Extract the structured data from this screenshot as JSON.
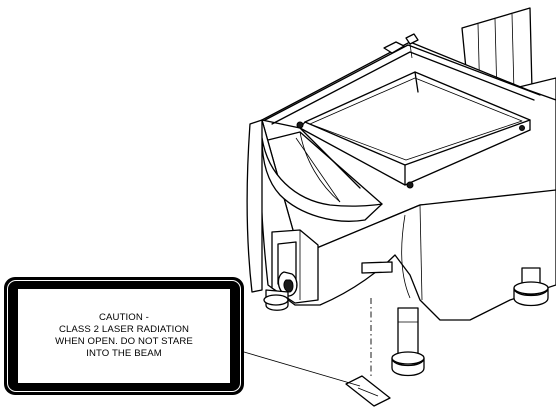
{
  "caution_label": {
    "line_1": "CAUTION -",
    "line_2": "CLASS 2 LASER RADIATION",
    "line_3": "WHEN OPEN. DO NOT STARE",
    "line_4": "INTO THE BEAM"
  },
  "icons": {
    "label_shape": "rounded-rectangle-warning-label",
    "beam": "dash-dot-laser-beam-line"
  }
}
